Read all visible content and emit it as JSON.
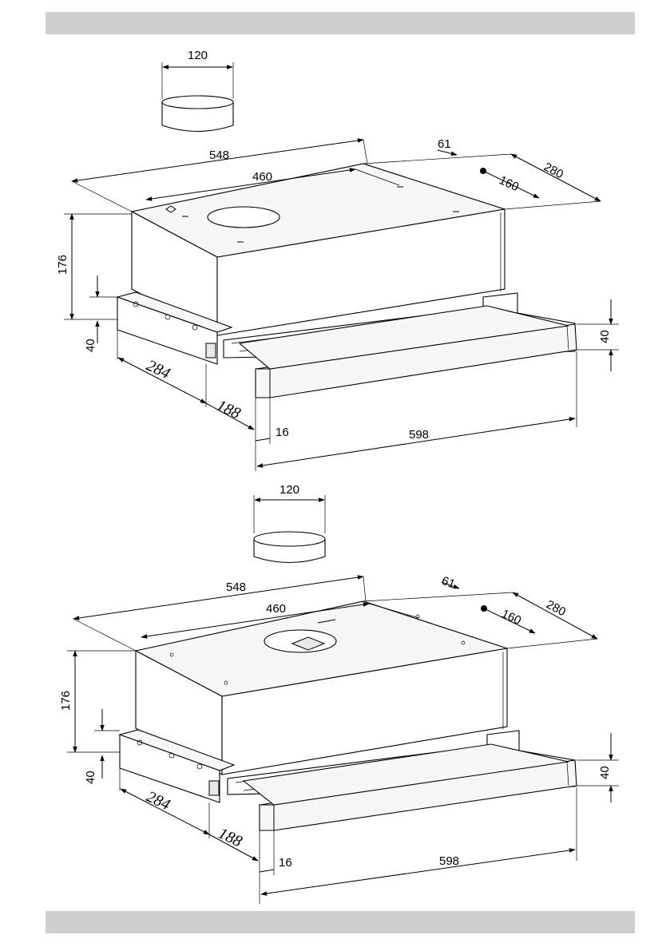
{
  "figures": [
    {
      "id": "upper",
      "dimensions": {
        "duct_diameter": "120",
        "overall_width": "548",
        "hole_spacing": "460",
        "offset": "61",
        "hole_diameter": "160",
        "depth": "280",
        "height": "176",
        "front_height": "40",
        "side_depth": "284",
        "drawer_depth": "188",
        "front_offset": "16",
        "front_width": "598",
        "visor_height": "40"
      }
    },
    {
      "id": "lower",
      "dimensions": {
        "duct_diameter": "120",
        "overall_width": "548",
        "hole_spacing": "460",
        "offset": "61",
        "hole_diameter": "160",
        "depth": "280",
        "height": "176",
        "front_height": "40",
        "side_depth": "284",
        "drawer_depth": "188",
        "front_offset": "16",
        "front_width": "598",
        "visor_height": "40"
      }
    }
  ]
}
